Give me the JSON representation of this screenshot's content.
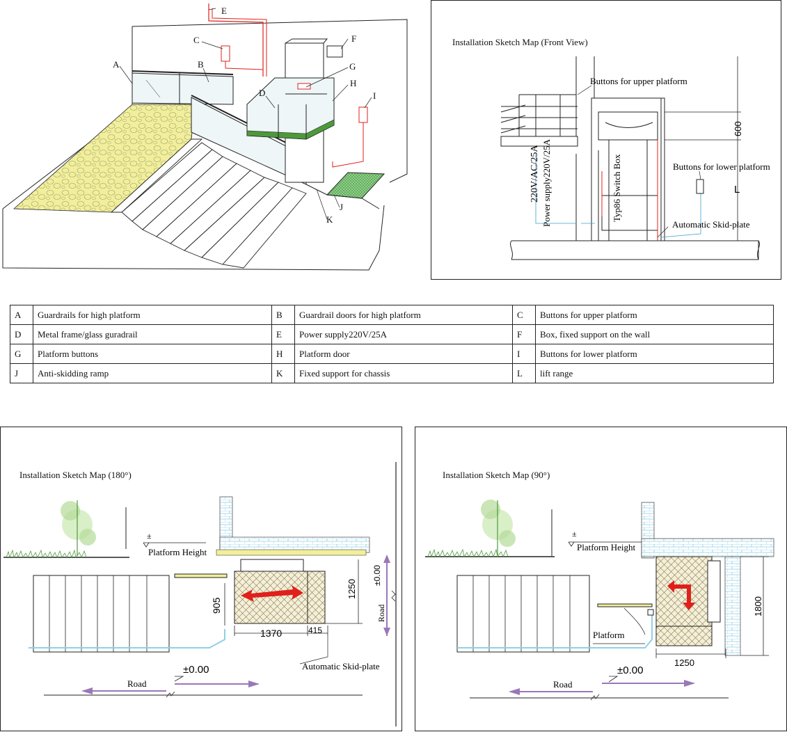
{
  "iso_labels": [
    "A",
    "B",
    "C",
    "D",
    "E",
    "F",
    "G",
    "H",
    "I",
    "J",
    "K"
  ],
  "front_view": {
    "title": "Installation Sketch Map (Front View)",
    "upper_buttons": "Buttons for upper platform",
    "lower_buttons": "Buttons for lower platform",
    "skid_plate": "Automatic Skid-plate",
    "power_line1": "220V/AC/25A",
    "power_line2": "Power supply220V/25A",
    "switch_box": "Typ86 Switch Box",
    "dim_600": "600",
    "dim_L": "L"
  },
  "legend": [
    [
      {
        "key": "A",
        "text": "Guardrails for high platform"
      },
      {
        "key": "B",
        "text": "Guardrail doors for high platform"
      },
      {
        "key": "C",
        "text": "Buttons for upper platform"
      }
    ],
    [
      {
        "key": "D",
        "text": "Metal frame/glass guradrail"
      },
      {
        "key": "E",
        "text": "Power supply220V/25A"
      },
      {
        "key": "F",
        "text": "Box, fixed support on the wall"
      }
    ],
    [
      {
        "key": "G",
        "text": "Platform buttons"
      },
      {
        "key": "H",
        "text": "Platform door"
      },
      {
        "key": "I",
        "text": "Buttons for lower platform"
      }
    ],
    [
      {
        "key": "J",
        "text": "Anti-skidding ramp"
      },
      {
        "key": "K",
        "text": "Fixed support for chassis"
      },
      {
        "key": "L",
        "text": "lift range"
      }
    ]
  ],
  "map180": {
    "title": "Installation Sketch Map (180°)",
    "pm": "±",
    "platform_height": "Platform Height",
    "dim_905": "905",
    "dim_1370": "1370",
    "dim_415": "415",
    "dim_1250": "1250",
    "zero_v": "±0.00",
    "road_v": "Road",
    "zero": "±0.00",
    "road": "Road",
    "skid_plate": "Automatic Skid-plate"
  },
  "map90": {
    "title": "Installation Sketch Map (90°)",
    "pm": "±",
    "platform_height": "Platform Height",
    "platform": "Platform",
    "dim_1800": "1800",
    "dim_1250": "1250",
    "zero": "±0.00",
    "road": "Road"
  },
  "colors": {
    "power_line": "#e0201a",
    "arrow_red": "#e0201a",
    "road_arrow": "#9a78b8",
    "paving": "#f1ef9c",
    "green_floor": "#4d9a3a",
    "brick": "#8fd0e8"
  }
}
